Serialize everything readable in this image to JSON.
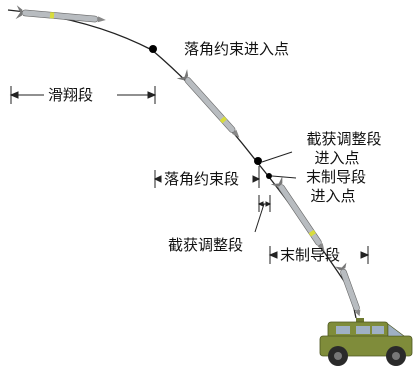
{
  "diagram": {
    "phases": {
      "glide": "滑翔段",
      "fall_angle": "落角约束段",
      "acquisition": "截获调整段",
      "terminal": "末制导段"
    },
    "points": {
      "fall_angle_entry": "落角约束进入点",
      "acquisition_entry_line1": "截获调整段",
      "acquisition_entry_line2": "进入点",
      "terminal_entry_line1": "末制导段",
      "terminal_entry_line2": "进入点"
    },
    "colors": {
      "trajectory": "#000000",
      "missile_body": "#b8bcc0",
      "missile_band": "#d8dc3c",
      "vehicle_body": "#7f8c3a",
      "vehicle_glass": "#9fb0c4",
      "tire": "#2a2a2a"
    },
    "icons": [
      "missile-icon",
      "armored-vehicle-icon"
    ]
  }
}
